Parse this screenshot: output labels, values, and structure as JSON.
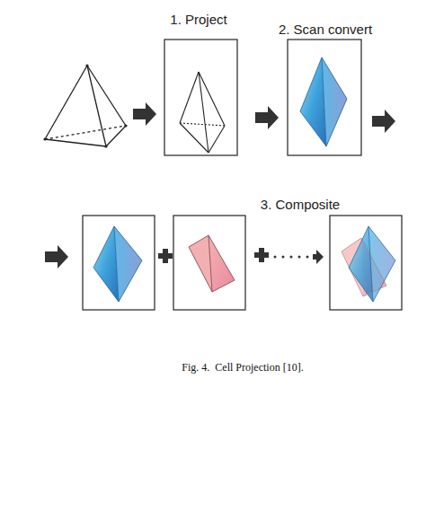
{
  "diagram": {
    "caption": "Fig. 4.  Cell Projection [10].",
    "labels": [
      "1. Project",
      "2. Scan convert",
      "3. Composite"
    ]
  }
}
